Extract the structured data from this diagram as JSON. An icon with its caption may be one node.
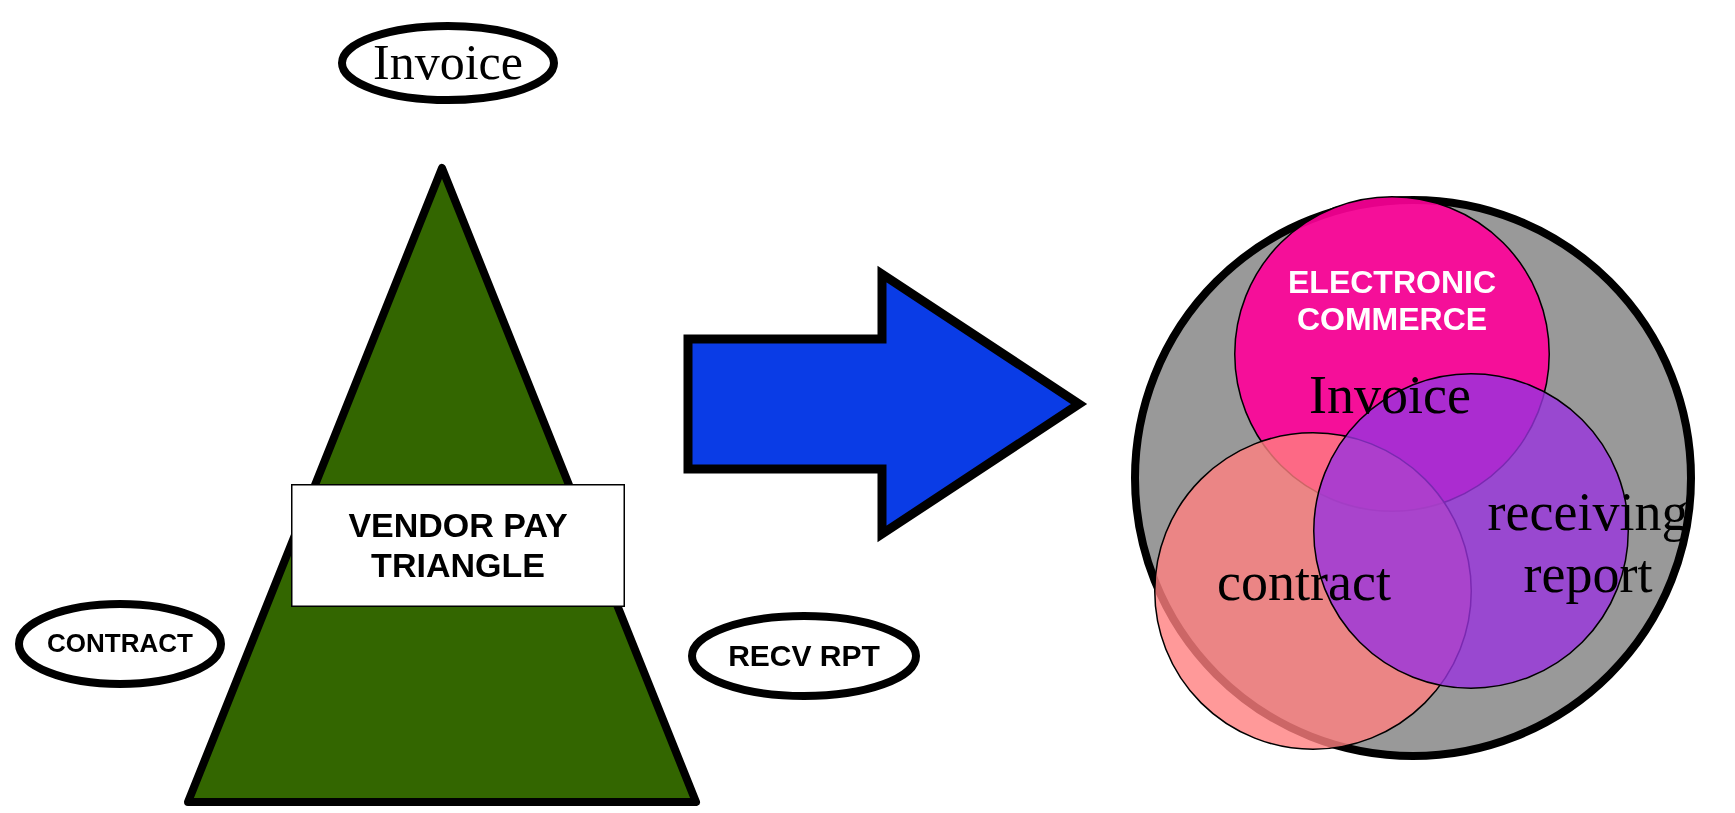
{
  "diagram": {
    "nodes": [
      {
        "text": [
          "Invoice"
        ]
      },
      {
        "text": [],
        "shape": "triangle"
      },
      {
        "text": [
          "VENDOR PAY TRIANGLE"
        ],
        "in": 1
      },
      {
        "text": [
          "CONTRACT"
        ]
      },
      {
        "text": [
          "RECV RPT"
        ]
      },
      {
        "text": [],
        "shape": "circle"
      },
      {
        "text": [
          "ELECTRONIC COMMERCE"
        ],
        "in": 5
      },
      {
        "text": [
          "contract"
        ],
        "in": 5
      },
      {
        "text": [
          "receiving report"
        ],
        "in": 5
      }
    ],
    "edges": [
      {
        "from": 1,
        "to": 5,
        "arrow": "to",
        "style": "thick",
        "color": "#0a3ce6"
      }
    ],
    "labels": [
      "Invoice"
    ]
  }
}
